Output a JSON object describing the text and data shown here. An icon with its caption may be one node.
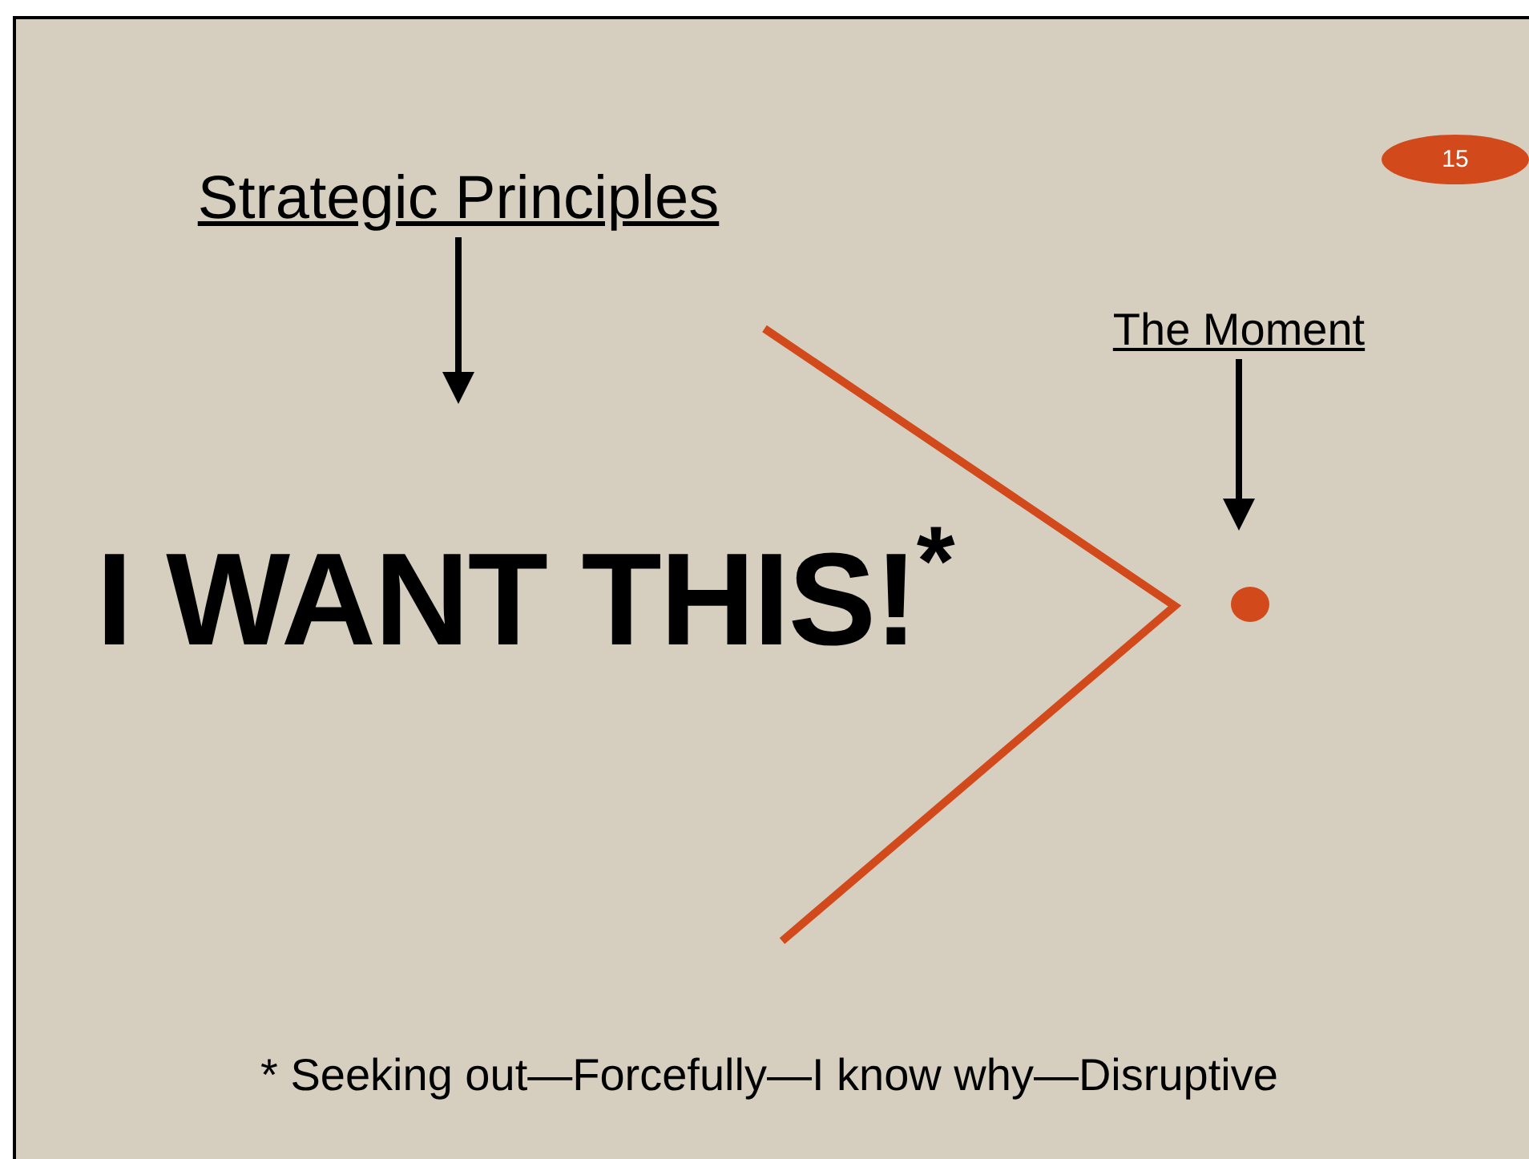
{
  "diagram": {
    "nodes": [
      {
        "text": [
          "Strategic Principles"
        ]
      },
      {
        "text": [
          "I WANT THIS!$^{*}$"
        ]
      },
      {
        "text": [
          "The Moment"
        ]
      },
      {
        "text": [],
        "shape": "circle"
      },
      {
        "text": [
          "15"
        ]
      }
    ],
    "edges": [
      {
        "from": 0,
        "to": 1,
        "arrow": "to"
      },
      {
        "from": 2,
        "to": 3,
        "arrow": "to"
      }
    ],
    "labels": [
      "* Seeking out—Forcefully—I know why—Disruptive"
    ]
  }
}
